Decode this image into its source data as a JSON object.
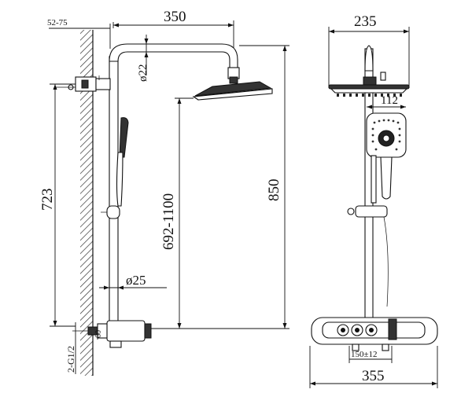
{
  "labels": {
    "wall_gap": "52-75",
    "arm_length": "350",
    "pipe_dia_top": "ø22",
    "height_left": "723",
    "adjust_range": "692-1100",
    "total_height": "850",
    "pipe_dia_bottom": "ø25",
    "inlet_thread": "2-G1/2",
    "base_offset": "60",
    "head_width": "235",
    "hand_width": "112",
    "inlet_spacing": "150±12",
    "body_width": "355"
  }
}
